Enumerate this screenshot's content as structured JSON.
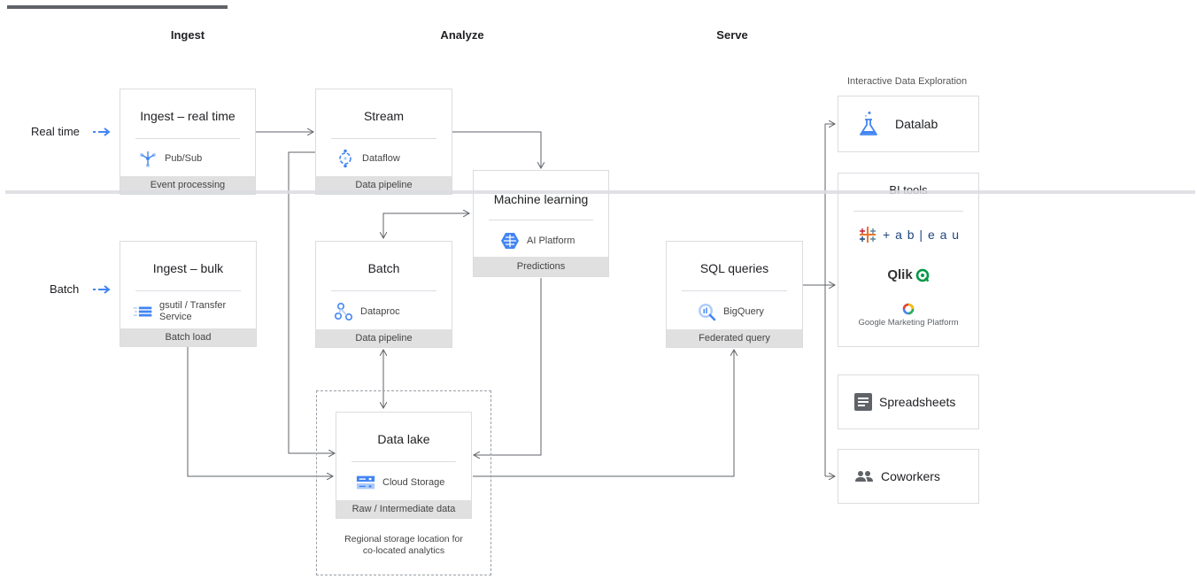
{
  "columns": {
    "ingest": "Ingest",
    "analyze": "Analyze",
    "serve": "Serve"
  },
  "rows": {
    "realtime": "Real time",
    "batch": "Batch"
  },
  "cards": {
    "ingest_realtime": {
      "title": "Ingest – real time",
      "product": "Pub/Sub",
      "footer": "Event processing"
    },
    "stream": {
      "title": "Stream",
      "product": "Dataflow",
      "footer": "Data pipeline"
    },
    "machine_learning": {
      "title": "Machine learning",
      "product": "AI Platform",
      "footer": "Predictions"
    },
    "ingest_bulk": {
      "title": "Ingest – bulk",
      "product_line1": "gsutil / Transfer",
      "product_line2": "Service",
      "footer": "Batch load"
    },
    "batch": {
      "title": "Batch",
      "product": "Dataproc",
      "footer": "Data pipeline"
    },
    "sql_queries": {
      "title": "SQL queries",
      "product": "BigQuery",
      "footer": "Federated query"
    },
    "data_lake": {
      "title": "Data lake",
      "product": "Cloud Storage",
      "footer": "Raw / Intermediate data"
    }
  },
  "region_note": {
    "line1": "Regional storage location for",
    "line2": "co-located analytics"
  },
  "serve": {
    "exploration_label": "Interactive Data Exploration",
    "datalab": "Datalab",
    "bi_tools": "BI tools",
    "tableau": "+ a b | e a u",
    "qlik": "Qlik",
    "gmp": "Google Marketing Platform",
    "spreadsheets": "Spreadsheets",
    "coworkers": "Coworkers"
  },
  "colors": {
    "accent_blue": "#4285f4",
    "line": "#5f6368",
    "footer_bg": "#e0e0e0",
    "border": "#dadce0",
    "qlik_green": "#009845"
  }
}
